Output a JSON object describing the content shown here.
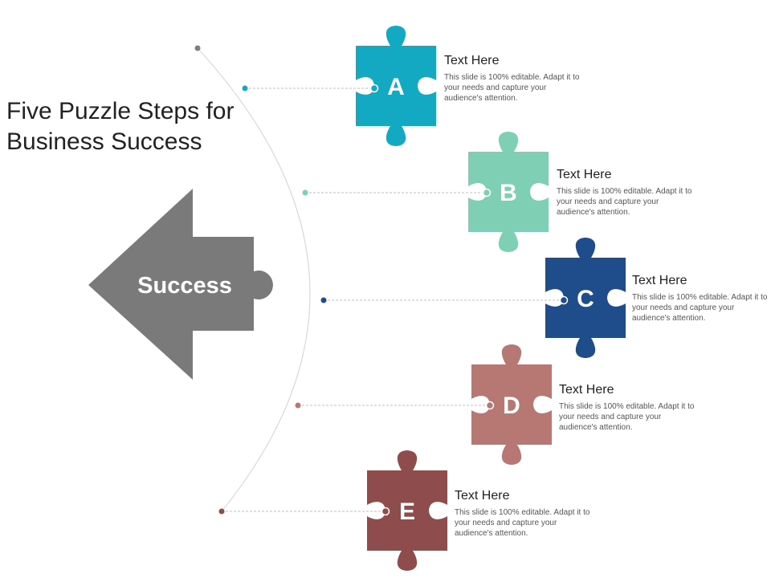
{
  "title": "Five Puzzle Steps for Business Success",
  "center": {
    "label": "Success",
    "color": "#7a7a7a"
  },
  "steps": [
    {
      "letter": "A",
      "heading": "Text Here",
      "body": "This slide is 100% editable. Adapt it to your needs and capture your audience's attention.",
      "color": "#13a9c3"
    },
    {
      "letter": "B",
      "heading": "Text Here",
      "body": "This slide is 100% editable. Adapt it to your needs and capture your audience's attention.",
      "color": "#7fcfb4"
    },
    {
      "letter": "C",
      "heading": "Text Here",
      "body": "This slide is 100% editable. Adapt it to your needs and capture your audience's attention.",
      "color": "#1f4c8a"
    },
    {
      "letter": "D",
      "heading": "Text Here",
      "body": "This slide is 100% editable. Adapt it to your needs and capture your audience's attention.",
      "color": "#b77874"
    },
    {
      "letter": "E",
      "heading": "Text Here",
      "body": "This slide is 100% editable. Adapt it to your needs and capture your audience's attention.",
      "color": "#8f4c4c"
    }
  ]
}
